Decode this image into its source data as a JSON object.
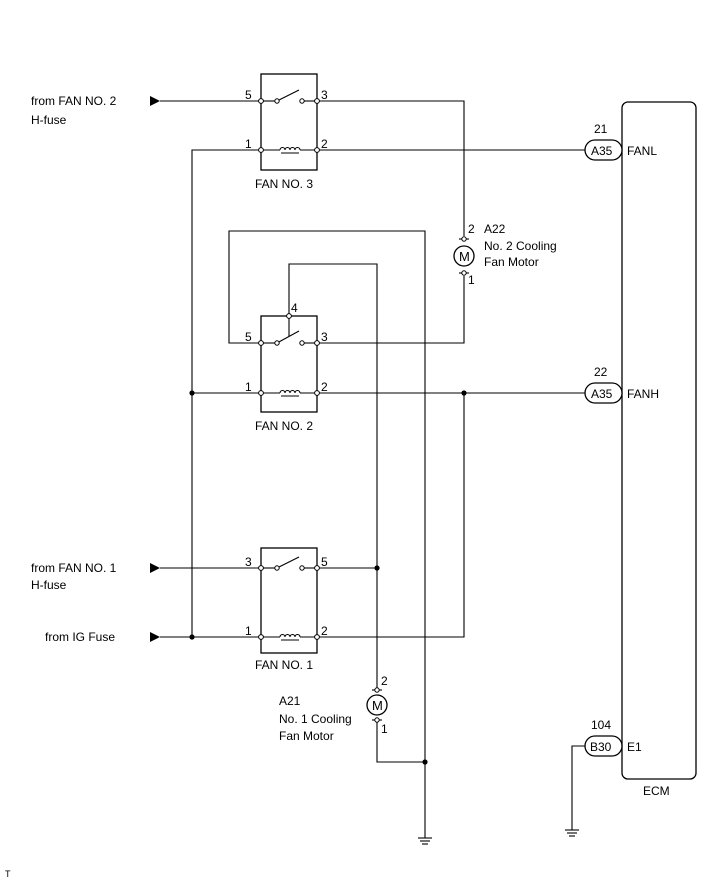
{
  "inputs": {
    "fan2_fuse_l1": "from FAN NO. 2",
    "fan2_fuse_l2": "H-fuse",
    "fan1_fuse_l1": "from FAN NO. 1",
    "fan1_fuse_l2": "H-fuse",
    "ig_fuse": "from IG Fuse"
  },
  "relays": {
    "fan3": {
      "name": "FAN NO. 3",
      "t_sw_in": "5",
      "t_sw_out": "3",
      "t_coil_in": "1",
      "t_coil_out": "2"
    },
    "fan2": {
      "name": "FAN NO. 2",
      "t_sw_in": "5",
      "t_common": "4",
      "t_sw_out": "3",
      "t_coil_in": "1",
      "t_coil_out": "2"
    },
    "fan1": {
      "name": "FAN NO. 1",
      "t_sw_in": "3",
      "t_sw_out": "5",
      "t_coil_in": "1",
      "t_coil_out": "2"
    }
  },
  "motors": {
    "m2": {
      "code": "A22",
      "name_l1": "No. 2 Cooling",
      "name_l2": "Fan Motor",
      "pin_top": "2",
      "pin_bottom": "1",
      "symbol": "M"
    },
    "m1": {
      "code": "A21",
      "name_l1": "No. 1 Cooling",
      "name_l2": "Fan Motor",
      "pin_top": "2",
      "pin_bottom": "1",
      "symbol": "M"
    }
  },
  "ecm": {
    "label": "ECM",
    "pins": [
      {
        "num": "21",
        "conn": "A35",
        "signal": "FANL"
      },
      {
        "num": "22",
        "conn": "A35",
        "signal": "FANH"
      },
      {
        "num": "104",
        "conn": "B30",
        "signal": "E1"
      }
    ]
  },
  "footer_mark": "T"
}
